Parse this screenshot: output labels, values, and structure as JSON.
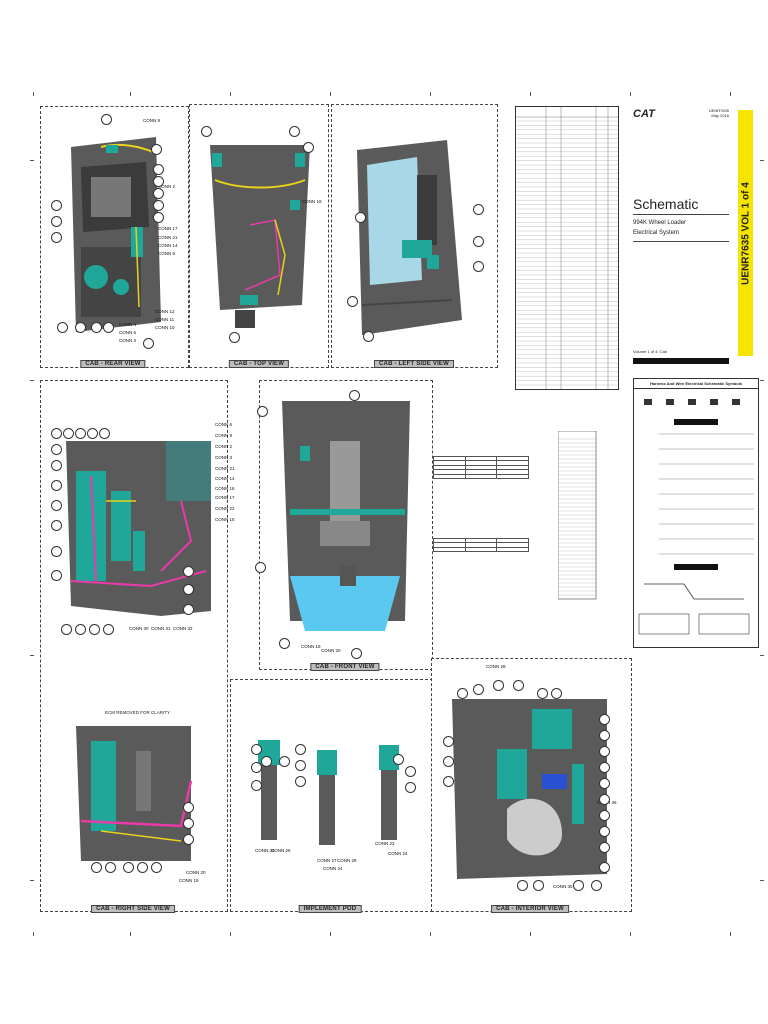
{
  "title_block": {
    "brand": "CAT",
    "doc_number_line1": "UENR7635",
    "doc_number_line2": "May 2016",
    "heading": "Schematic",
    "model": "994K Wheel Loader",
    "system": "Electrical System",
    "volume": "Volume 1 of 4: Cab",
    "vertical_banner": "UENR7635 VOL 1 of 4"
  },
  "views": {
    "rear": "CAB - REAR VIEW",
    "top": "CAB - TOP VIEW",
    "left": "CAB - LEFT SIDE VIEW",
    "cab_left_detail": "",
    "front": "CAB - FRONT VIEW",
    "right": "CAB - RIGHT SIDE VIEW",
    "implement": "IMPLEMENT POD",
    "interior": "CAB - INTERIOR VIEW"
  },
  "notes": {
    "ecm_removed": "ECM REMOVED FOR CLARITY",
    "symbols_heading": "Harness And Wire Electrical Schematic Symbols"
  },
  "connectors": {
    "rear": [
      "CONN 9",
      "CONN 2",
      "CONN 17",
      "CONN 21",
      "CONN 14",
      "CONN 6",
      "CONN 12",
      "CONN 11",
      "CONN 10",
      "CONN 4",
      "CONN 5",
      "CONN 3"
    ],
    "top": [
      "CONN 18"
    ],
    "front": [
      "CONN 6",
      "CONN 9",
      "CONN 2",
      "CONN 3",
      "CONN 21",
      "CONN 14",
      "CONN 16",
      "CONN 17",
      "CONN 22",
      "CONN 15",
      "CONN 19",
      "CONN 20"
    ],
    "cab_left": [
      "CONN 30",
      "CONN 31",
      "CONN 32"
    ],
    "right": [
      "CONN 20",
      "CONN 19"
    ],
    "implement": [
      "CONN 25",
      "CONN 26",
      "CONN 27",
      "CONN 28",
      "CONN 24",
      "CONN 23",
      "CONN 24"
    ],
    "interior": [
      "CONN 28",
      "CONN 35",
      "CONN 36"
    ]
  },
  "colors": {
    "body": "#5a5a5a",
    "body_dark": "#3b3b3b",
    "component": "#1fa89a",
    "harness_pink": "#e83aa8",
    "harness_yellow": "#e8d21c",
    "glass": "#5bc8f0",
    "banner": "#f5e400"
  }
}
